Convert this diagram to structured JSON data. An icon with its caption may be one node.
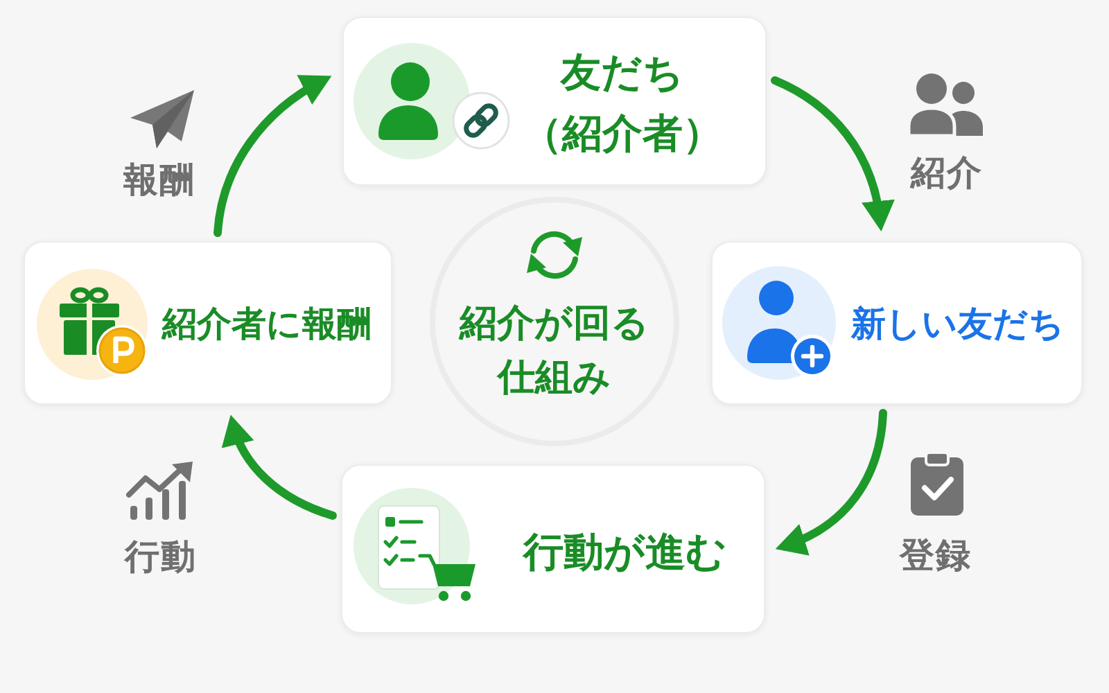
{
  "diagram": {
    "nodes": [
      {
        "text": [
          "友だち（紹介者）"
        ]
      },
      {
        "text": [
          "新しい友だち"
        ]
      },
      {
        "text": [
          "行動が進む"
        ]
      },
      {
        "text": [
          "紹介者に報酬"
        ]
      },
      {
        "text": [
          "紹介が回る仕組み"
        ]
      }
    ],
    "edges": [
      {
        "from": 0,
        "to": 1,
        "arrow": "to",
        "label": "紹介"
      },
      {
        "from": 1,
        "to": 2,
        "arrow": "to",
        "label": "登録"
      },
      {
        "from": 2,
        "to": 3,
        "arrow": "to",
        "label": "行動"
      },
      {
        "from": 3,
        "to": 0,
        "arrow": "to",
        "label": "報酬"
      }
    ]
  }
}
